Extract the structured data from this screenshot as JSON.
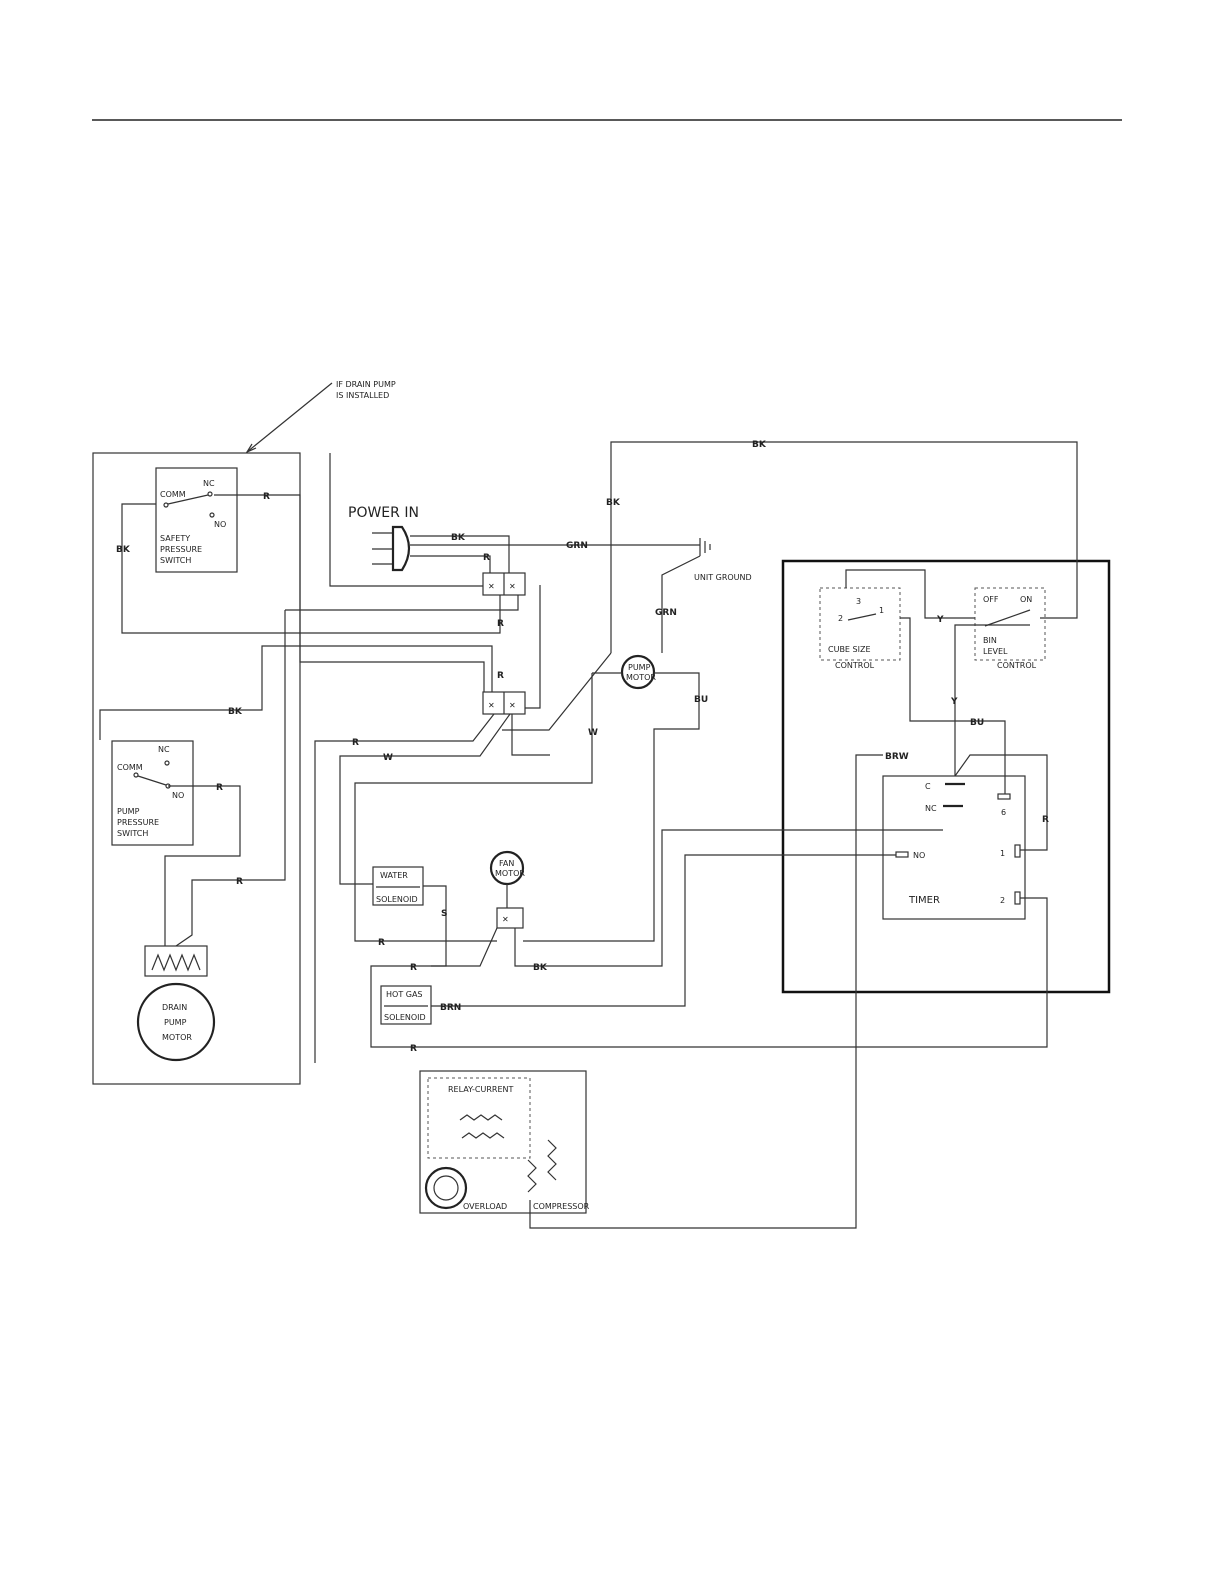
{
  "labels": {
    "drain_pump_note_1": "IF DRAIN PUMP",
    "drain_pump_note_2": "IS INSTALLED",
    "power_in": "POWER IN",
    "unit_ground": "UNIT GROUND",
    "safety_comm": "COMM",
    "safety_nc": "NC",
    "safety_no": "NO",
    "safety_1": "SAFETY",
    "safety_2": "PRESSURE",
    "safety_3": "SWITCH",
    "pump_comm": "COMM",
    "pump_nc": "NC",
    "pump_no": "NO",
    "pump_1": "PUMP",
    "pump_2": "PRESSURE",
    "pump_3": "SWITCH",
    "drain_1": "DRAIN",
    "drain_2": "PUMP",
    "drain_3": "MOTOR",
    "pump_motor_1": "PUMP",
    "pump_motor_2": "MOTOR",
    "fan_motor_1": "FAN",
    "fan_motor_2": "MOTOR",
    "water_sol_1": "WATER",
    "water_sol_2": "SOLENOID",
    "hotgas_sol_1": "HOT GAS",
    "hotgas_sol_2": "SOLENOID",
    "cube_1": "CUBE SIZE",
    "cube_2": "CONTROL",
    "cube_t3": "3",
    "cube_t2": "2",
    "cube_t1": "1",
    "bin_off": "OFF",
    "bin_on": "ON",
    "bin_1": "BIN",
    "bin_2": "LEVEL",
    "bin_3": "CONTROL",
    "timer": "TIMER",
    "timer_c": "C",
    "timer_nc": "NC",
    "timer_no": "NO",
    "timer_6": "6",
    "timer_1": "1",
    "timer_2": "2",
    "relay": "RELAY-CURRENT",
    "overload": "OVERLOAD",
    "compressor": "COMPRESSOR",
    "w_bk_top": "BK",
    "w_bk_vert": "BK",
    "w_bk_pow": "BK",
    "w_r_pow": "R",
    "w_grn1": "GRN",
    "w_grn2": "GRN",
    "w_r_safety": "R",
    "w_bk_left": "BK",
    "w_bk_mid": "BK",
    "w_r_a": "R",
    "w_r_b": "R",
    "w_r_pump": "R",
    "w_r_drain": "R",
    "w_w1": "W",
    "w_w2": "W",
    "w_bu1": "BU",
    "w_y1": "Y",
    "w_y2": "Y",
    "w_bu2": "BU",
    "w_brw": "BRW",
    "w_r_timer": "R",
    "w_r_ws": "R",
    "w_r_hg": "R",
    "w_bk_fan": "BK",
    "w_brn": "BRN",
    "w_r_bot": "R",
    "w_s": "S"
  }
}
